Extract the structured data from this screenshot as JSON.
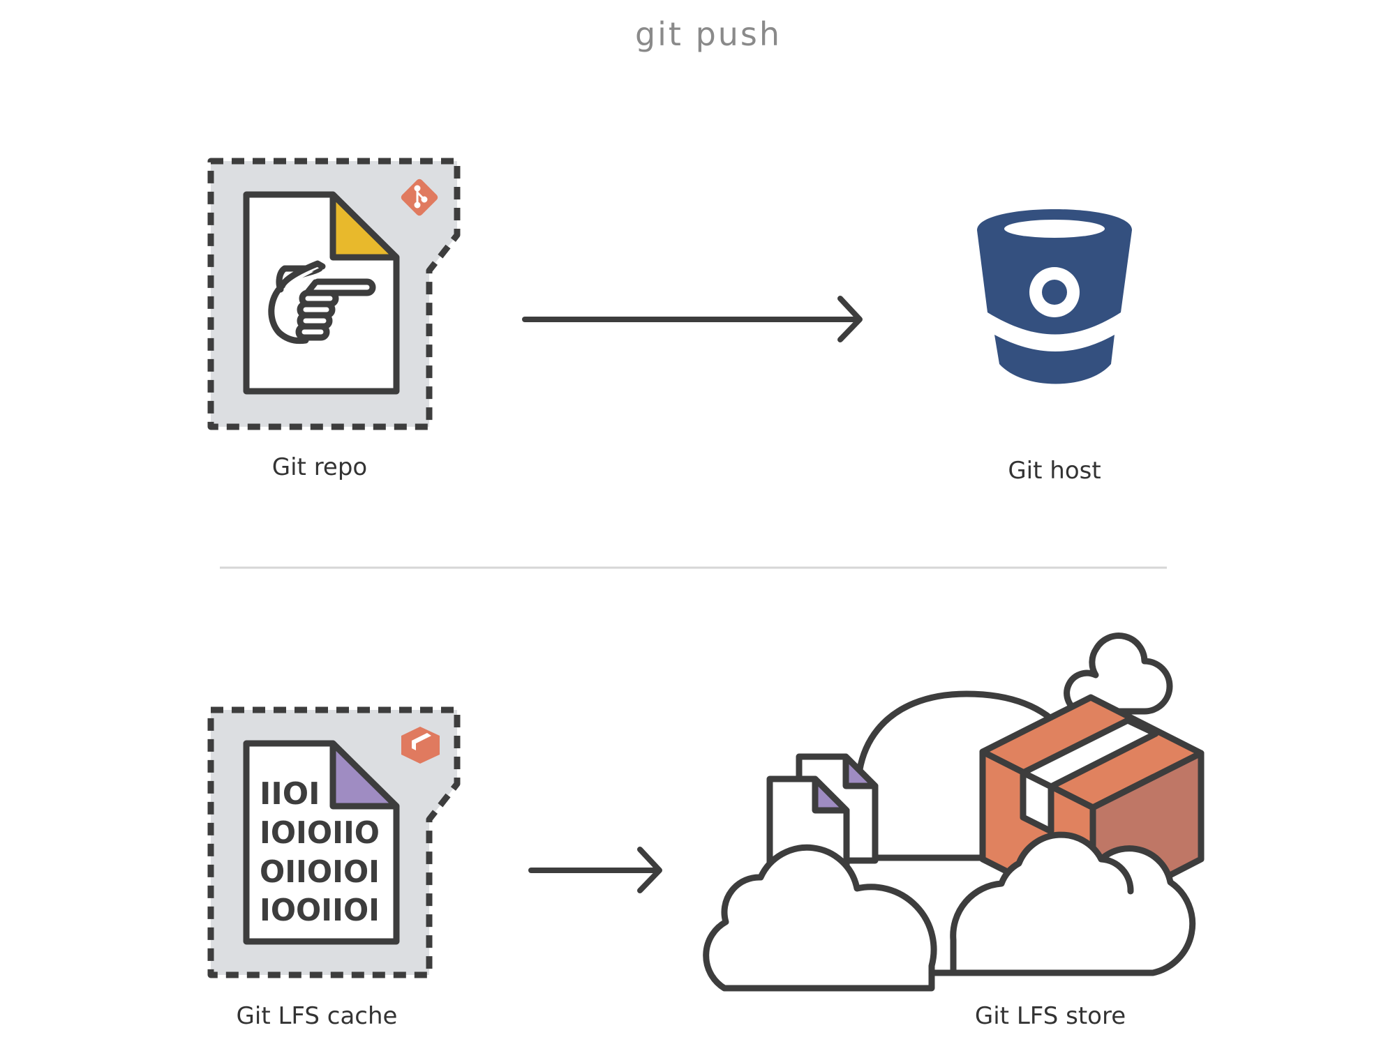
{
  "title": "git push",
  "labels": {
    "git_repo": "Git repo",
    "git_host": "Git host",
    "lfs_cache": "Git LFS cache",
    "lfs_store": "Git LFS store"
  },
  "binary_rows": [
    "IIOI",
    "IOIOIIO",
    "OIIOIOI",
    "IOOIIOI"
  ],
  "colors": {
    "stroke": "#3d3d3d",
    "panel": "#dcdee1",
    "doc_corner_yellow": "#e8b92c",
    "doc_corner_purple": "#9f8cc2",
    "git_badge": "#e07a5f",
    "bitbucket": "#34507f",
    "box_front": "#e0825f",
    "box_side": "#bf7766",
    "divider": "#d6d6d6",
    "title": "#8a8a8a"
  },
  "icons": [
    "git-icon",
    "bitbucket-icon",
    "lfs-package-icon",
    "cloud-icon",
    "box-icon",
    "arrow-right-icon",
    "pointing-hand-icon"
  ]
}
